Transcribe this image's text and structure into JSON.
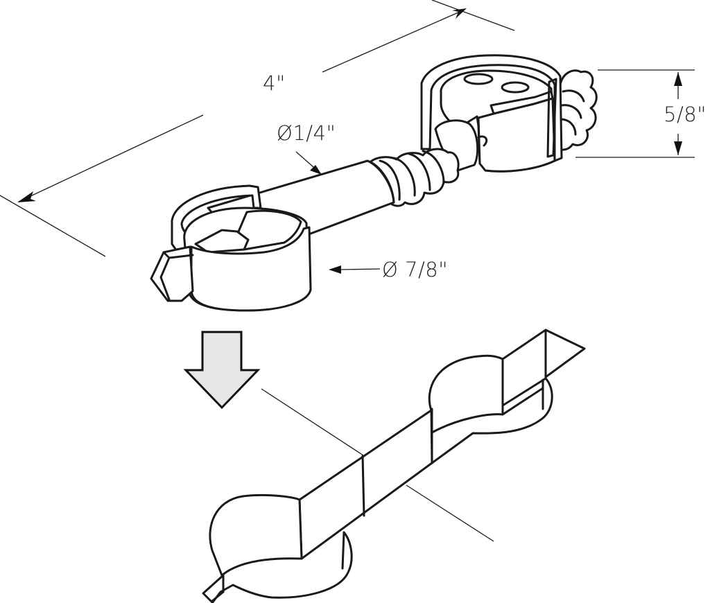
{
  "diagram": {
    "subject": "cam connector bolt with drilling pattern",
    "dimensions": {
      "overall_length": "4\"",
      "bolt_diameter": "Ø1/4\"",
      "cam_height": "5/8\"",
      "cam_diameter": "Ø 7/8\""
    },
    "colors": {
      "line": "#1a1a1a",
      "arrow_fill": "#e6e6e6",
      "background": "#ffffff"
    }
  }
}
